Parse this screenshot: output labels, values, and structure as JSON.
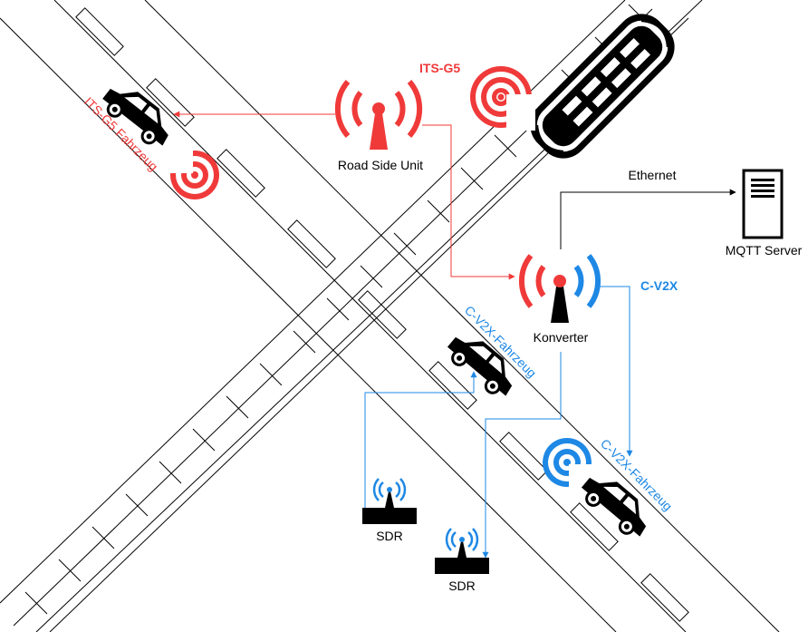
{
  "colors": {
    "its_g5": "#f03a3a",
    "c_v2x": "#1e88e5",
    "road": "#000000",
    "text": "#000000"
  },
  "labels": {
    "its_g5": "ITS-G5",
    "its_g5_vehicle": "ITS-G5 Fahrzeug",
    "road_side_unit": "Road Side Unit",
    "ethernet": "Ethernet",
    "mqtt_server": "MQTT Server",
    "c_v2x": "C-V2X",
    "converter": "Konverter",
    "c_v2x_vehicle_1": "C-V2X-Fahrzeug",
    "c_v2x_vehicle_2": "C-V2X-Fahrzeug",
    "sdr_1": "SDR",
    "sdr_2": "SDR"
  },
  "icons": {
    "road_side_unit": "antenna-tower-icon",
    "converter": "antenna-tower-icon",
    "server": "server-icon",
    "vehicle": "car-icon",
    "tram": "tram-icon",
    "signal": "signal-waves-icon",
    "sdr": "sdr-device-icon"
  }
}
